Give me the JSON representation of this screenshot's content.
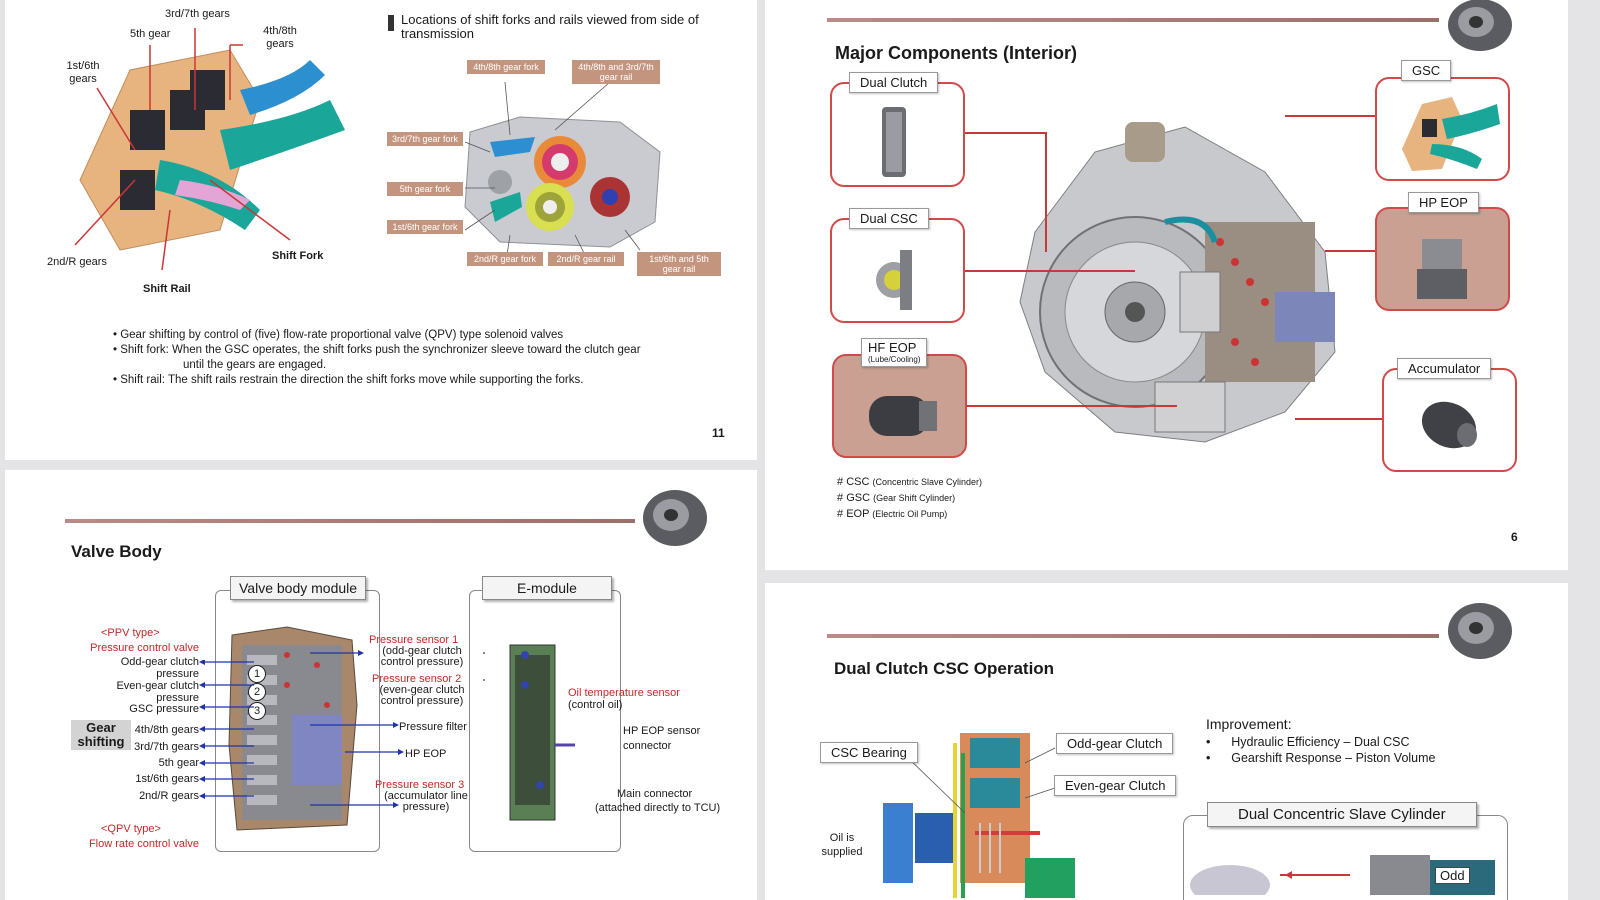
{
  "slide1": {
    "labels": {
      "g37": "3rd/7th gears",
      "g5": "5th gear",
      "g48": "4th/8th gears",
      "g16": "1st/6th gears",
      "g2r": "2nd/R gears",
      "shift_fork": "Shift Fork",
      "shift_rail": "Shift Rail"
    },
    "caption": "Locations of shift forks and rails viewed from side of transmission",
    "tags": {
      "t48fork": "4th/8th gear fork",
      "t48rail": "4th/8th and 3rd/7th gear rail",
      "t37fork": "3rd/7th gear fork",
      "t5fork": "5th gear fork",
      "t16fork": "1st/6th gear fork",
      "t2rfork": "2nd/R gear fork",
      "t2rrail": "2nd/R gear rail",
      "t165rail": "1st/6th and 5th gear rail"
    },
    "bullets": [
      "• Gear shifting by control of (five) flow-rate proportional valve (QPV) type solenoid valves",
      "• Shift fork: When the GSC operates, the shift forks push the synchronizer sleeve toward the clutch gear",
      "until the gears are engaged.",
      "• Shift rail: The shift rails restrain the direction the shift forks move while supporting the forks."
    ],
    "page": "11"
  },
  "slide2": {
    "title": "Major Components (Interior)",
    "components": {
      "dual_clutch": "Dual Clutch",
      "dual_csc": "Dual CSC",
      "hf_eop": "HF EOP",
      "hf_eop_sub": "(Lube/Cooling)",
      "gsc": "GSC",
      "hp_eop": "HP EOP",
      "accumulator": "Accumulator"
    },
    "notes": [
      {
        "sym": "#",
        "abbr": "CSC",
        "full": "(Concentric Slave Cylinder)"
      },
      {
        "sym": "#",
        "abbr": "GSC",
        "full": "(Gear Shift Cylinder)"
      },
      {
        "sym": "#",
        "abbr": "EOP",
        "full": "(Electric Oil Pump)"
      }
    ],
    "page": "6"
  },
  "slide3": {
    "title": "Valve Body",
    "module1": "Valve body module",
    "module2": "E-module",
    "ppv_type": "<PPV type>",
    "ppv_desc": "Pressure control valve",
    "odd_clutch": "Odd-gear clutch pressure",
    "even_clutch": "Even-gear clutch pressure",
    "gsc_pressure": "GSC pressure",
    "gear_shifting": "Gear shifting",
    "gears": [
      "4th/8th gears",
      "3rd/7th gears",
      "5th gear",
      "1st/6th gears",
      "2nd/R gears"
    ],
    "qpv_type": "<QPV type>",
    "qpv_desc": "Flow rate control valve",
    "ps1": "Pressure sensor 1",
    "ps1_desc": "(odd-gear clutch control pressure)",
    "ps2": "Pressure sensor 2",
    "ps2_desc": "(even-gear clutch control pressure)",
    "pressure_filter": "Pressure filter",
    "hp_eop": "HP EOP",
    "ps3": "Pressure sensor 3",
    "ps3_desc": "(accumulator line pressure)",
    "oil_temp": "Oil temperature sensor",
    "oil_temp_desc": "(control oil)",
    "hp_eop_sensor": "HP EOP sensor connector",
    "main_connector": "Main connector",
    "main_connector_desc": "(attached directly to TCU)",
    "circles": [
      "1",
      "2",
      "3"
    ]
  },
  "slide4": {
    "title": "Dual Clutch CSC Operation",
    "csc_bearing": "CSC Bearing",
    "odd_clutch": "Odd-gear Clutch",
    "even_clutch": "Even-gear Clutch",
    "oil_supplied": "Oil is supplied",
    "improvement": "Improvement:",
    "improvements": [
      "Hydraulic Efficiency – Dual CSC",
      "Gearshift Response – Piston Volume"
    ],
    "dcsc": "Dual Concentric Slave Cylinder",
    "odd_tag": "Odd"
  }
}
